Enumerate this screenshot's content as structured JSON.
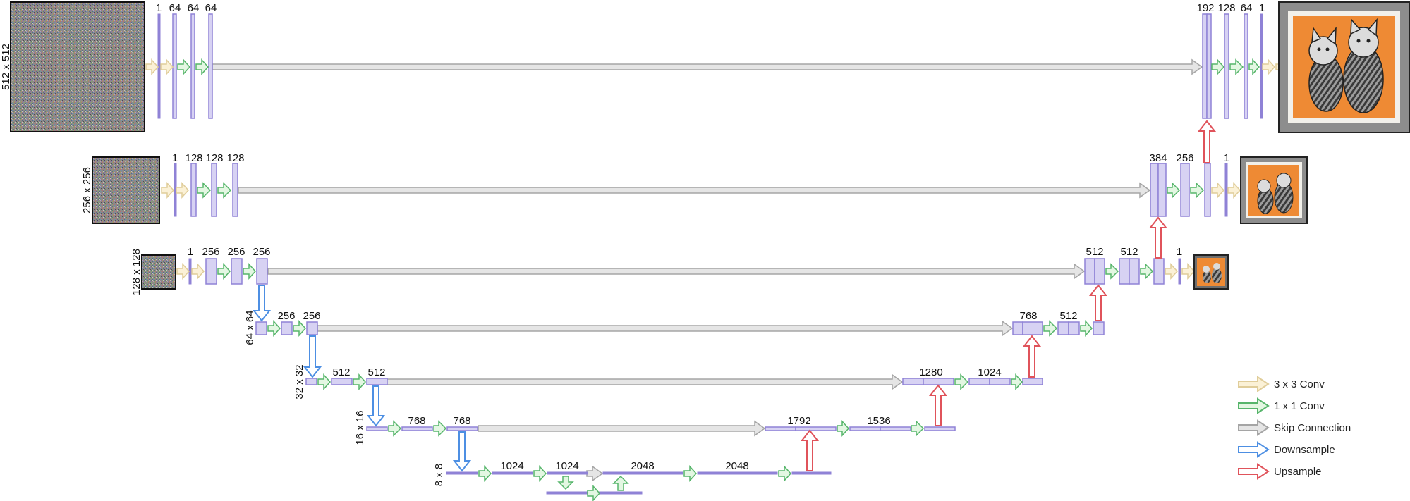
{
  "scales": {
    "s512": "512 x 512",
    "s256": "256 x 256",
    "s128": "128 x 128",
    "s64": "64 x 64",
    "s32": "32 x 32",
    "s16": "16 x 16",
    "s8": "8 x 8"
  },
  "channels": {
    "r1": [
      "1",
      "64",
      "64",
      "64"
    ],
    "r1_out": [
      "192",
      "128",
      "64",
      "1"
    ],
    "r2": [
      "1",
      "128",
      "128",
      "128"
    ],
    "r2_out": [
      "384",
      "256",
      "1"
    ],
    "r3": [
      "1",
      "256",
      "256",
      "256"
    ],
    "r3_out": [
      "512",
      "512",
      "1"
    ],
    "r4": [
      "256",
      "256"
    ],
    "r4_out": [
      "768",
      "512"
    ],
    "r5": [
      "512",
      "512"
    ],
    "r5_out": [
      "1280",
      "1024"
    ],
    "r6": [
      "768",
      "768"
    ],
    "r6_out": [
      "1792",
      "1536"
    ],
    "r7": [
      "1024",
      "1024",
      "2048",
      "2048"
    ]
  },
  "legend": [
    {
      "label": "3 x 3 Conv",
      "fill": "#fbf1d6",
      "stroke": "#e0cd9a"
    },
    {
      "label": "1 x 1 Conv",
      "fill": "#e3f7e2",
      "stroke": "#57b56b"
    },
    {
      "label": "Skip Connection",
      "fill": "#e5e5e5",
      "stroke": "#a5a5a5"
    },
    {
      "label": "Downsample",
      "fill": "#ffffff",
      "stroke": "#4d8fe3"
    },
    {
      "label": "Upsample",
      "fill": "#ffffff",
      "stroke": "#e0535b"
    }
  ],
  "colors": {
    "block_fill": "#d7d2f3",
    "block_stroke": "#8f82d6",
    "cat_background": "#ee8a34"
  }
}
